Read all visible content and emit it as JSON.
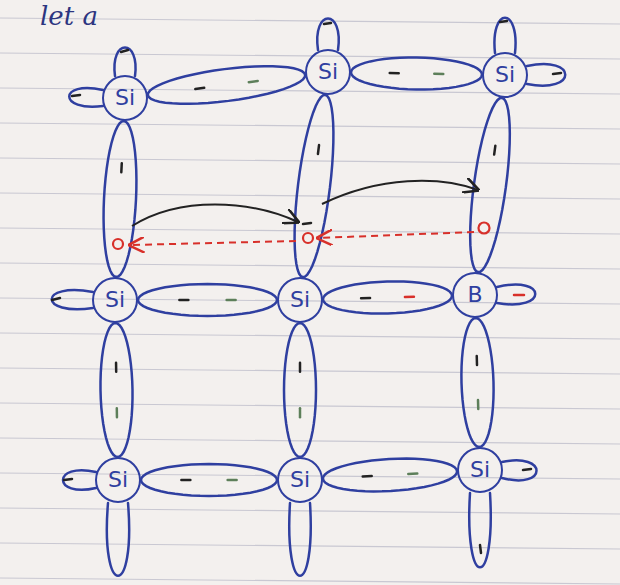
{
  "diagram": {
    "nodes": [
      {
        "text": [
          "Si"
        ]
      },
      {
        "text": [
          "Si"
        ]
      },
      {
        "text": [
          "Si"
        ]
      },
      {
        "text": [
          "Si"
        ]
      },
      {
        "text": [
          "Si"
        ]
      },
      {
        "text": [
          "B"
        ]
      },
      {
        "text": [
          "Si"
        ]
      },
      {
        "text": [
          "Si"
        ]
      },
      {
        "text": [
          "Si"
        ]
      }
    ],
    "edges": [
      {
        "from": 0,
        "to": 1,
        "arrow": "none"
      },
      {
        "from": 1,
        "to": 2,
        "arrow": "none"
      },
      {
        "from": 3,
        "to": 4,
        "arrow": "none"
      },
      {
        "from": 4,
        "to": 5,
        "arrow": "none"
      },
      {
        "from": 6,
        "to": 7,
        "arrow": "none"
      },
      {
        "from": 7,
        "to": 8,
        "arrow": "none"
      },
      {
        "from": 0,
        "to": 3,
        "arrow": "none"
      },
      {
        "from": 1,
        "to": 4,
        "arrow": "none"
      },
      {
        "from": 2,
        "to": 5,
        "arrow": "none"
      },
      {
        "from": 3,
        "to": 6,
        "arrow": "none"
      },
      {
        "from": 4,
        "to": 7,
        "arrow": "none"
      },
      {
        "from": 5,
        "to": 8,
        "arrow": "none"
      }
    ],
    "labels": [
      "let a"
    ]
  }
}
